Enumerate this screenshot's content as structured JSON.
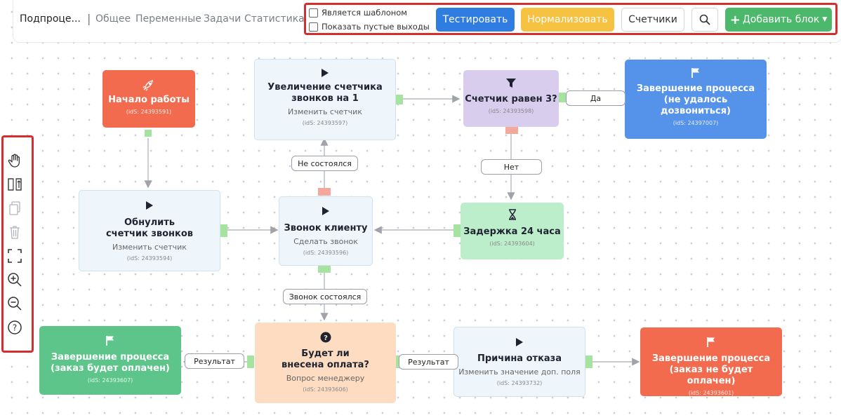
{
  "header": {
    "title": "Подпроце...",
    "separator": "|",
    "nav": [
      "Общее",
      "Переменные",
      "Задачи",
      "Статистика"
    ],
    "checkboxes": [
      "Является шаблоном",
      "Показать пустые выходы"
    ],
    "buttons": {
      "test": "Тестировать",
      "normalize": "Нормализовать",
      "counters": "Счетчики",
      "add_block": "Добавить блок"
    }
  },
  "toolbox": [
    "hand-icon",
    "split-icon",
    "copy-icon",
    "trash-icon",
    "fit-screen-icon",
    "zoom-in-icon",
    "zoom-out-icon",
    "help-icon"
  ],
  "nodes": {
    "start": {
      "title": "Начало работы",
      "id": "(idS: 24393591)"
    },
    "increment": {
      "title": "Увеличение счетчика звонков на 1",
      "subtitle": "Изменить счетчик",
      "id": "(idS: 24393597)"
    },
    "counter_check": {
      "title": "Счетчик равен 3?",
      "id": "(idS: 24393598)"
    },
    "end_no_reach": {
      "title": "Завершение процесса (не удалось дозвониться)",
      "id": "(idS: 24397007)"
    },
    "reset": {
      "title": "Обнулить счетчик звонков",
      "subtitle": "Изменить счетчик",
      "id": "(idS: 24393594)"
    },
    "call": {
      "title": "Звонок клиенту",
      "subtitle": "Сделать звонок",
      "id": "(idS: 24393596)"
    },
    "delay": {
      "title": "Задержка 24 часа",
      "id": "(idS: 24393604)"
    },
    "end_paid": {
      "title": "Завершение процесса (заказ будет оплачен)",
      "id": "(idS: 24393607)"
    },
    "question": {
      "title": "Будет ли внесена оплата?",
      "subtitle": "Вопрос менеджеру",
      "id": "(idS: 24393606)"
    },
    "reason": {
      "title": "Причина отказа",
      "subtitle": "Изменить значение доп. поля",
      "id": "(idS: 24393732)"
    },
    "end_unpaid": {
      "title": "Завершение процесса (заказ не будет оплачен)",
      "id": "(idS: 24393601)"
    }
  },
  "edge_labels": {
    "yes": "Да",
    "no": "Нет",
    "not_happened": "Не состоялся",
    "happened": "Звонок состоялся",
    "result_left": "Результат",
    "result_right": "Результат"
  },
  "colors": {
    "start": "#f26b4f",
    "end_blue": "#5592ea",
    "filter": "#d9cdee",
    "delay": "#bdeecb",
    "question": "#fddcc2",
    "end_green": "#5dc58a",
    "end_red": "#f26b4f",
    "action": "#eef6fb"
  }
}
